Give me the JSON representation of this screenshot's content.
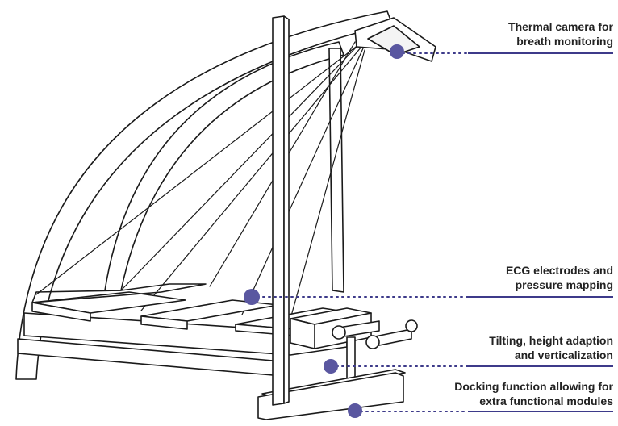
{
  "colors": {
    "accent": "#3d3a8a",
    "marker": "#4a4890",
    "line": "#1a1a1a",
    "text": "#222222"
  },
  "callouts": [
    {
      "id": "thermal-camera",
      "line1": "Thermal camera for",
      "line2": "breath monitoring"
    },
    {
      "id": "ecg-pressure",
      "line1": "ECG electrodes and",
      "line2": "pressure mapping"
    },
    {
      "id": "tilting",
      "line1": "Tilting, height adaption",
      "line2": "and verticalization"
    },
    {
      "id": "docking",
      "line1": "Docking function allowing for",
      "line2": "extra functional modules"
    }
  ]
}
